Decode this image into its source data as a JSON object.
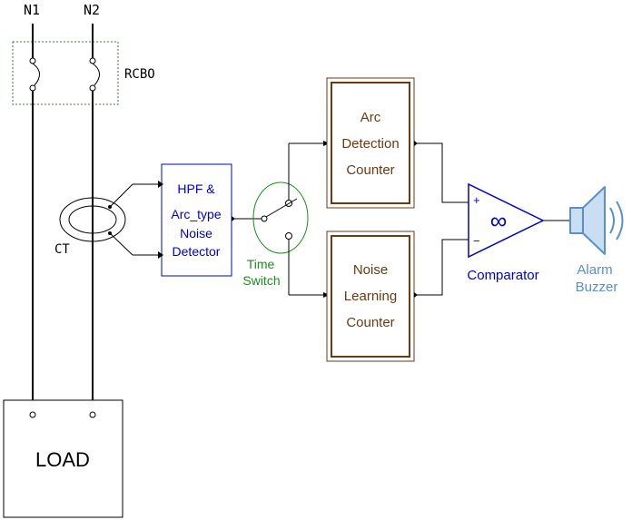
{
  "lines": {
    "n1": "N1",
    "n2": "N2"
  },
  "rcbo": {
    "label": "RCBO"
  },
  "ct": {
    "label": "CT"
  },
  "load": {
    "label": "LOAD"
  },
  "hpf_block": {
    "lines": [
      "HPF &",
      "Arc_type",
      "Noise",
      "Detector"
    ]
  },
  "time_switch": {
    "lines": [
      "Time",
      "Switch"
    ]
  },
  "arc_counter": {
    "lines": [
      "Arc",
      "Detection",
      "Counter"
    ]
  },
  "noise_counter": {
    "lines": [
      "Noise",
      "Learning",
      "Counter"
    ]
  },
  "comparator": {
    "label": "Comparator",
    "plus": "+",
    "minus": "−",
    "symbol": "∞"
  },
  "alarm": {
    "lines": [
      "Alarm",
      "Buzzer"
    ]
  },
  "colors": {
    "wire": "#000000",
    "rcbo_border": "#2e8b3e",
    "hpf": "#0000cc",
    "time_switch": "#1e8c1e",
    "counter": "#6b3a12",
    "comparator": "#0000cc",
    "alarm": "#5b8fc7",
    "alarm_fill": "#c9def3"
  },
  "icons": {
    "alarm": "speaker-icon"
  }
}
